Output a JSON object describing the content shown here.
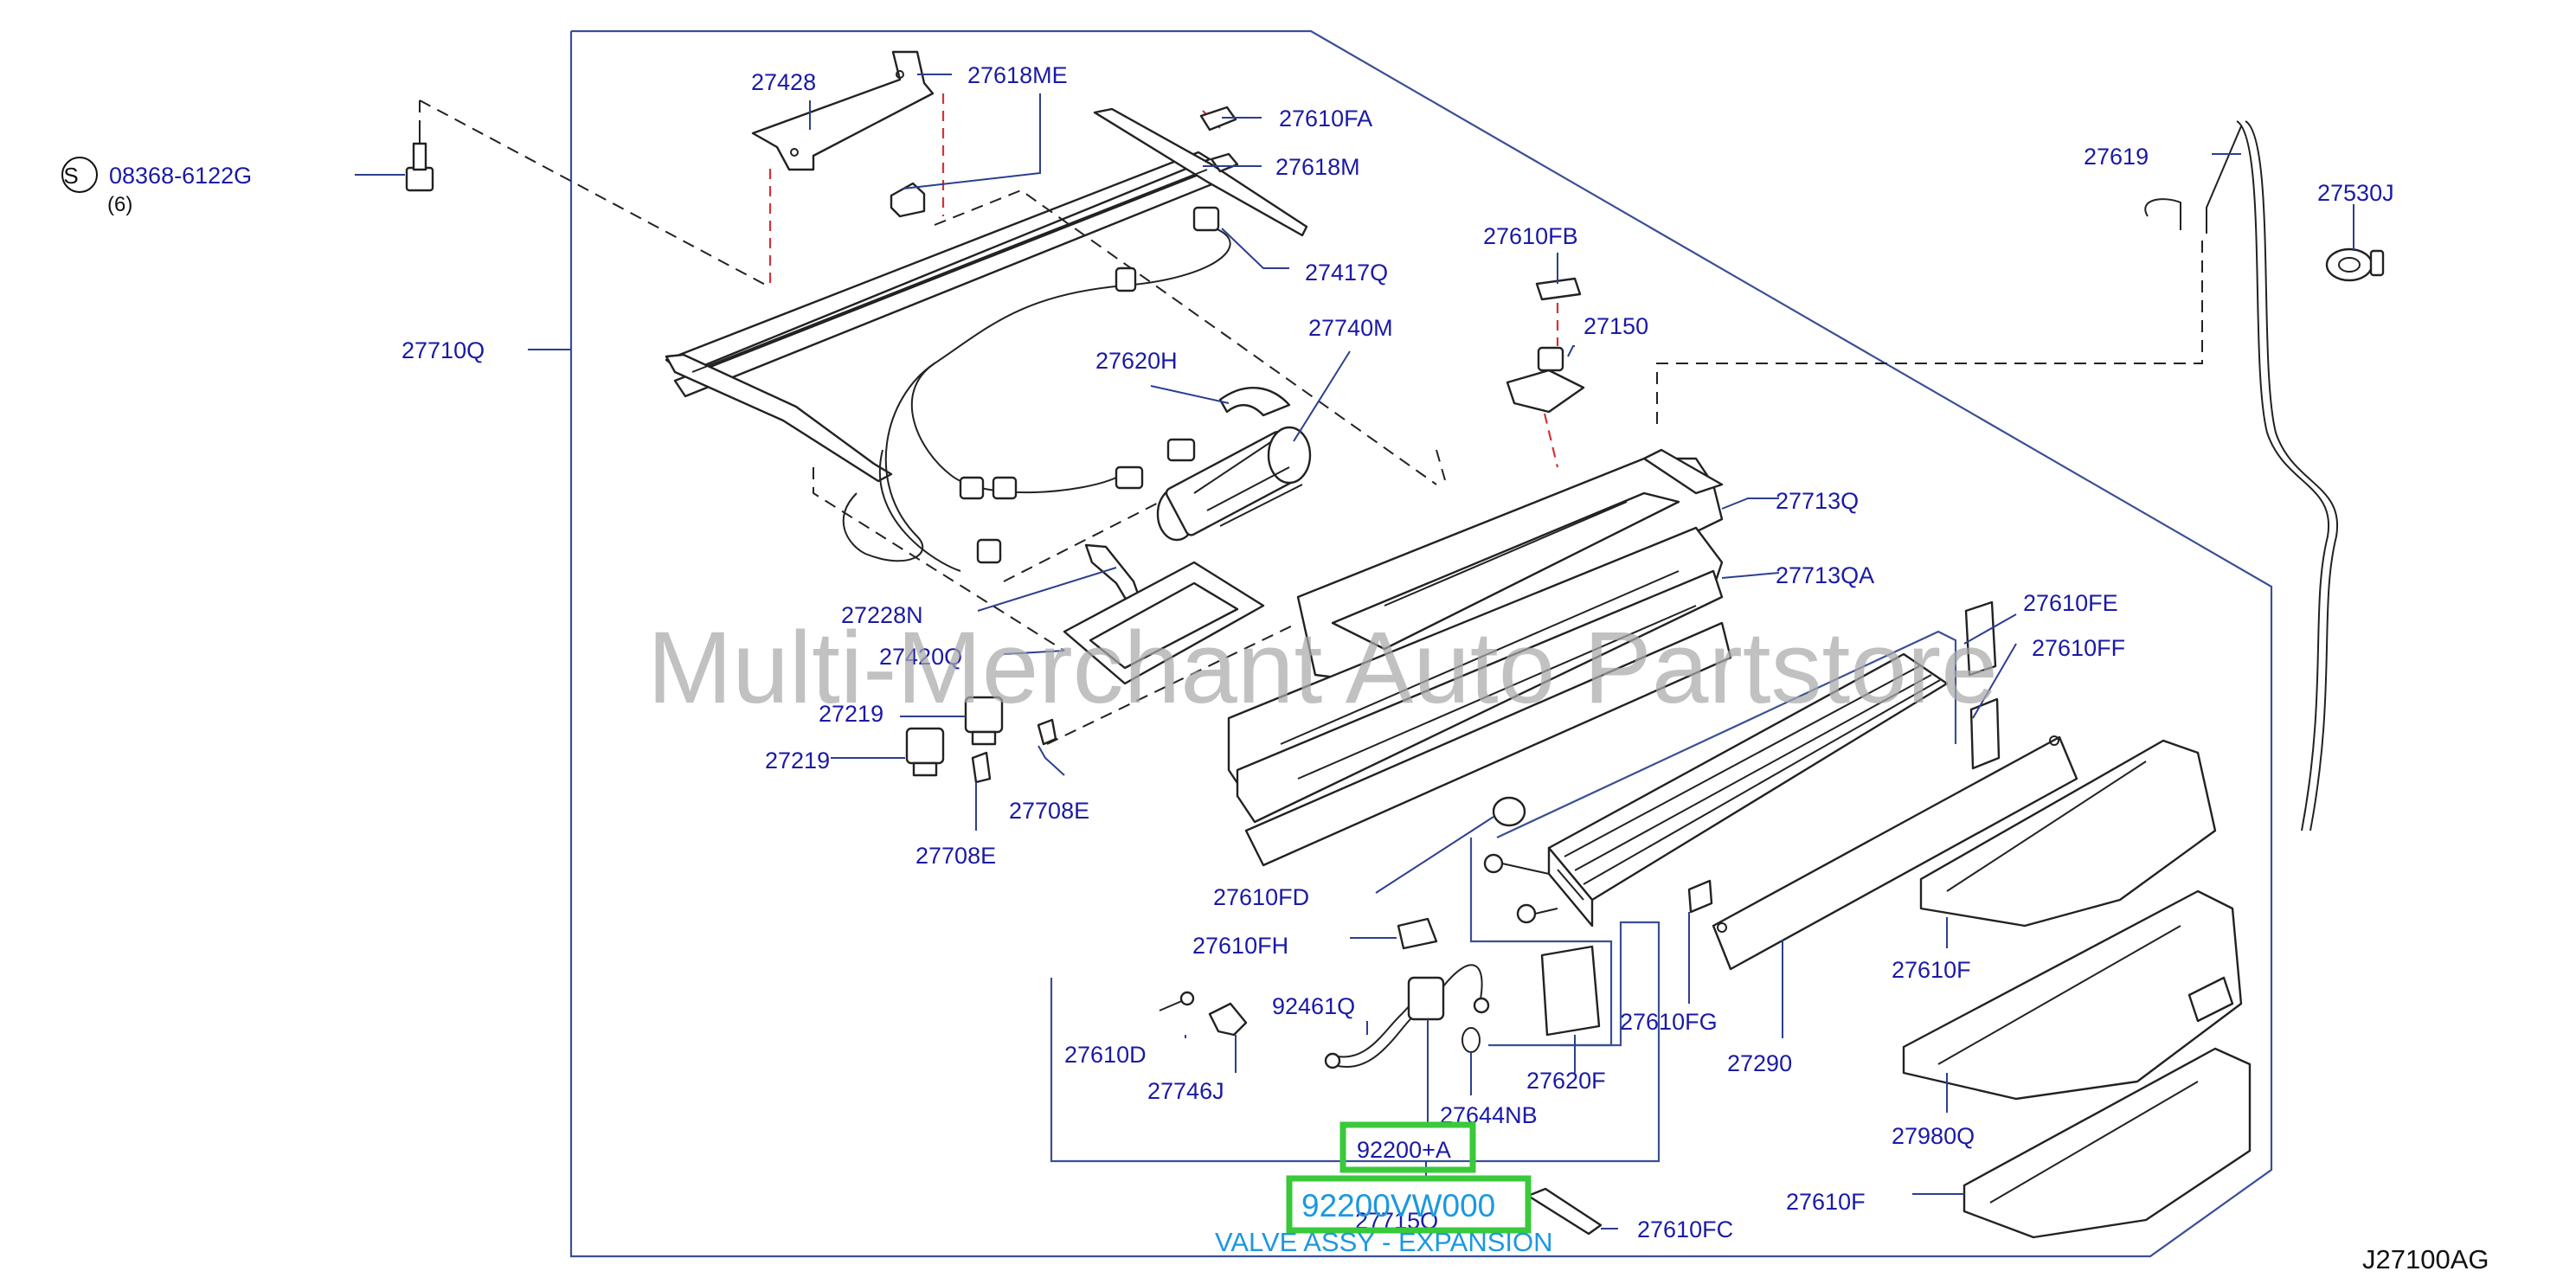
{
  "watermark": "Multi-Merchant Auto Partstore",
  "diagram_code": "J27100AG",
  "screw_symbol": "S",
  "screw_part": "08368-6122G",
  "screw_qty": "(6)",
  "labels": {
    "p27428": "27428",
    "p27618ME": "27618ME",
    "p27610FA": "27610FA",
    "p27618M": "27618M",
    "p27417Q": "27417Q",
    "p27710Q": "27710Q",
    "p27610FB": "27610FB",
    "p27150": "27150",
    "p27740M": "27740M",
    "p27620H": "27620H",
    "p27713Q": "27713Q",
    "p27713QA": "27713QA",
    "p27228N": "27228N",
    "p27420Q": "27420Q",
    "p27219a": "27219",
    "p27219b": "27219",
    "p27708Ea": "27708E",
    "p27708Eb": "27708E",
    "p27610FE": "27610FE",
    "p27610FF": "27610FF",
    "p27619": "27619",
    "p27530J": "27530J",
    "p27610FD": "27610FD",
    "p27610FH": "27610FH",
    "p92461Q": "92461Q",
    "p27610D": "27610D",
    "p27746J": "27746J",
    "p27620F": "27620F",
    "p27644NB": "27644NB",
    "p27610FG": "27610FG",
    "p27290": "27290",
    "p27610Fa": "27610F",
    "p27980Q": "27980Q",
    "p27610Fb": "27610F",
    "p27715Q": "27715Q",
    "p27610FC": "27610FC"
  },
  "highlight": {
    "callout": "92200+A",
    "part_number": "92200VW000",
    "description": "VALVE ASSY - EXPANSION"
  }
}
